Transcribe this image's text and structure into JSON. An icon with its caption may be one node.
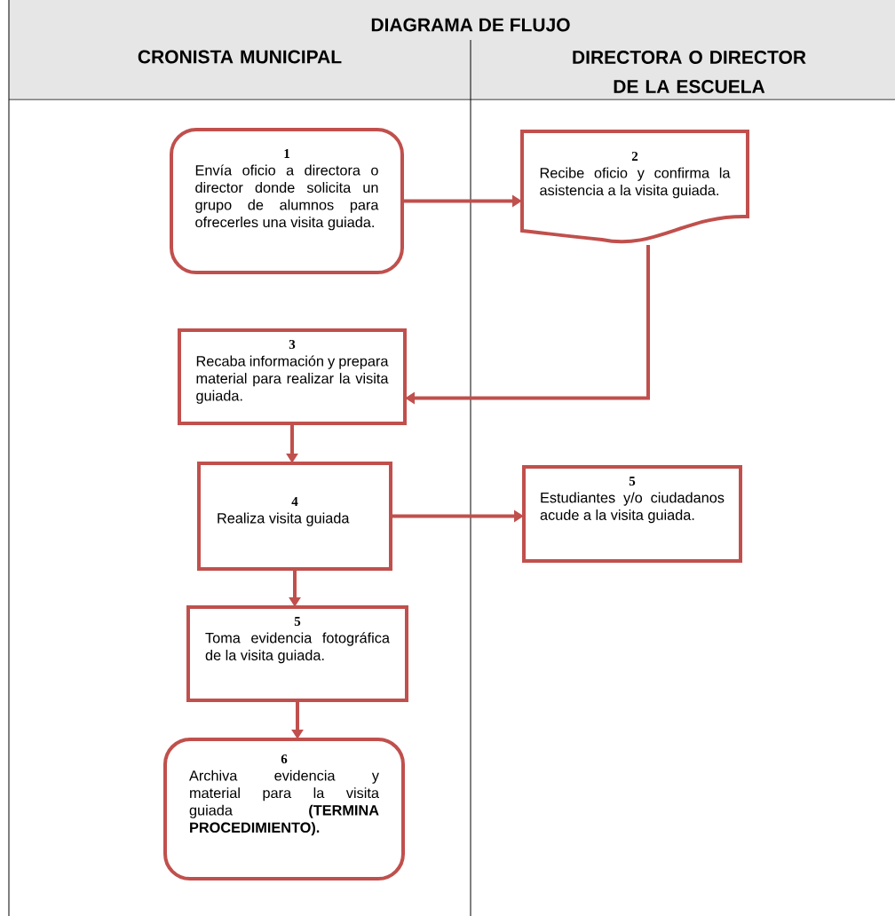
{
  "diagram": {
    "title": "DIAGRAMA DE FLUJO",
    "nodes": [
      {
        "text": [
          "1",
          "Envía oficio a directora o director donde solicita un grupo de alumnos para ofrecerles una visita guiada."
        ]
      },
      {
        "text": [
          "2",
          "Recibe oficio y confirma la asistencia a la visita guiada."
        ]
      },
      {
        "text": [
          "3",
          "Recaba información y prepara material para realizar la visita guiada."
        ]
      },
      {
        "text": [
          "4",
          "Realiza visita guiada"
        ]
      },
      {
        "text": [
          "5",
          "Estudiantes y/o ciudadanos acude a la visita guiada."
        ]
      },
      {
        "text": [
          "5",
          "Toma evidencia fotográfica de la visita guiada."
        ]
      },
      {
        "text": [
          "6",
          "Archiva evidencia y material para la visita guiada **(TERMINA PROCEDIMIENTO).**"
        ]
      }
    ],
    "edges": [
      {
        "from": 0,
        "to": 1,
        "arrow": "to"
      },
      {
        "from": 1,
        "to": 2,
        "arrow": "to"
      },
      {
        "from": 2,
        "to": 3,
        "arrow": "to"
      },
      {
        "from": 3,
        "to": 4,
        "arrow": "to"
      },
      {
        "from": 3,
        "to": 5,
        "arrow": "to"
      },
      {
        "from": 5,
        "to": 6,
        "arrow": "to"
      }
    ],
    "labels": [
      "CRONISTA MUNICIPAL",
      "DIRECTORA O DIRECTOR DE LA ESCUELA"
    ]
  }
}
